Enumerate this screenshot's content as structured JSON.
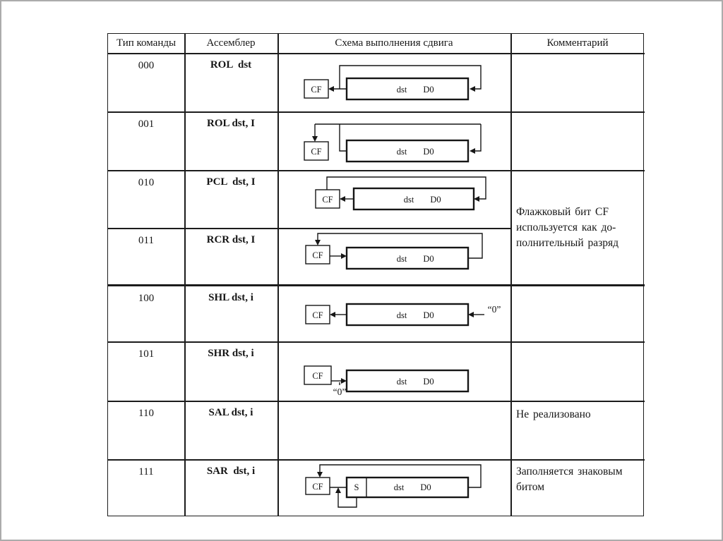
{
  "table": {
    "headers": [
      "Тип команды",
      "Ассемблер",
      "Схема выполнения сдвига",
      "Комментарий"
    ],
    "rows": [
      {
        "type": "000",
        "asm": "ROL  dst"
      },
      {
        "type": "001",
        "asm": "ROL dst, I"
      },
      {
        "type": "010",
        "asm": "PCL  dst, I"
      },
      {
        "type": "011",
        "asm": "RCR dst, I"
      },
      {
        "type": "100",
        "asm": "SHL dst, i"
      },
      {
        "type": "101",
        "asm": "SHR dst, i"
      },
      {
        "type": "110",
        "asm": "SAL dst, i"
      },
      {
        "type": "111",
        "asm": "SAR  dst, i"
      }
    ],
    "comments": {
      "rotate": "Флажковый бит CF\nиспользуется как до-\nполнительный разряд",
      "sal": "Не реализовано",
      "sar": "Заполняется знаковым\nбитом"
    },
    "labels": {
      "cf": "CF",
      "dst": "dst",
      "d0": "D0",
      "s": "S",
      "zero": "“0”"
    }
  }
}
